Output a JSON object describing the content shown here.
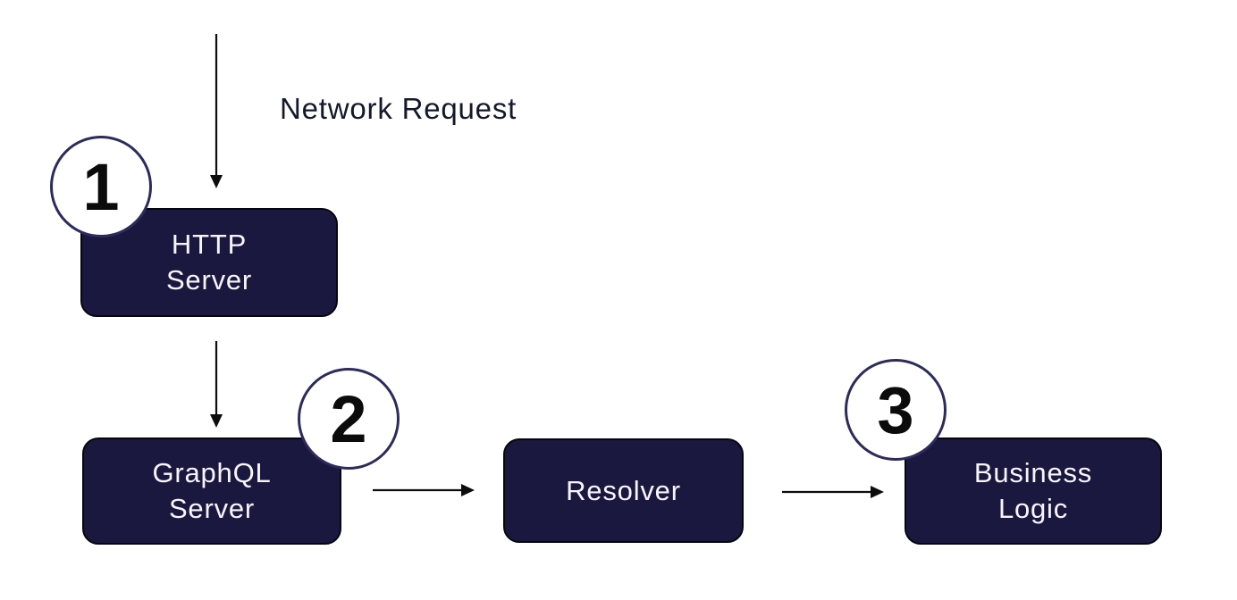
{
  "diagram": {
    "annotation": "Network Request",
    "nodes": {
      "http_server": {
        "line1": "HTTP",
        "line2": "Server",
        "step": "1"
      },
      "graphql_server": {
        "line1": "GraphQL",
        "line2": "Server",
        "step": "2"
      },
      "resolver": {
        "line1": "Resolver"
      },
      "business_logic": {
        "line1": "Business",
        "line2": "Logic",
        "step": "3"
      }
    },
    "arrows": [
      {
        "name": "network-request-to-http-server",
        "direction": "down"
      },
      {
        "name": "http-server-to-graphql-server",
        "direction": "down"
      },
      {
        "name": "graphql-server-to-resolver",
        "direction": "right"
      },
      {
        "name": "resolver-to-business-logic",
        "direction": "right"
      }
    ],
    "colors": {
      "background": "#ffffff",
      "node_fill": "#1a183f",
      "node_border": "#06060f",
      "node_text": "#f7f5f9",
      "badge_fill": "#ffffff",
      "badge_border": "#2d2b5c",
      "badge_text": "#0b0b0b",
      "arrow": "#0d0d0d",
      "annotation_text": "#17172b"
    }
  }
}
